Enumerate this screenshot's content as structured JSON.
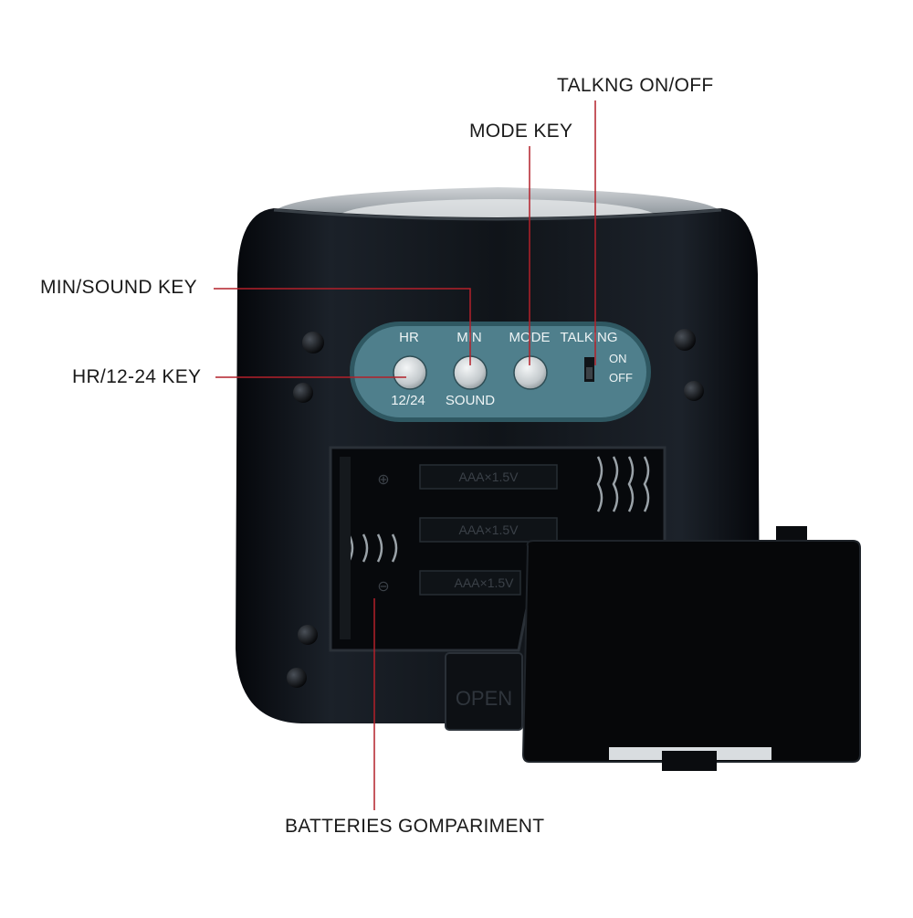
{
  "callouts": {
    "talking": "TALKNG ON/OFF",
    "mode": "MODE KEY",
    "min_sound": "MIN/SOUND KEY",
    "hr": "HR/12-24 KEY",
    "batteries": "BATTERIES GOMPARIMENT"
  },
  "panel": {
    "hr": "HR",
    "hr_sub": "12/24",
    "min": "MIN",
    "min_sub": "SOUND",
    "mode": "MODE",
    "talking": "TALKING",
    "on": "ON",
    "off": "OFF"
  },
  "battery_slots": [
    "AAA×1.5V",
    "AAA×1.5V",
    "AAA×1.5V"
  ],
  "compartment_latch_text": "OPEN",
  "colors": {
    "leader_line": "#b3202a",
    "panel": "#4f7f8c",
    "body": "#0d0f14"
  }
}
